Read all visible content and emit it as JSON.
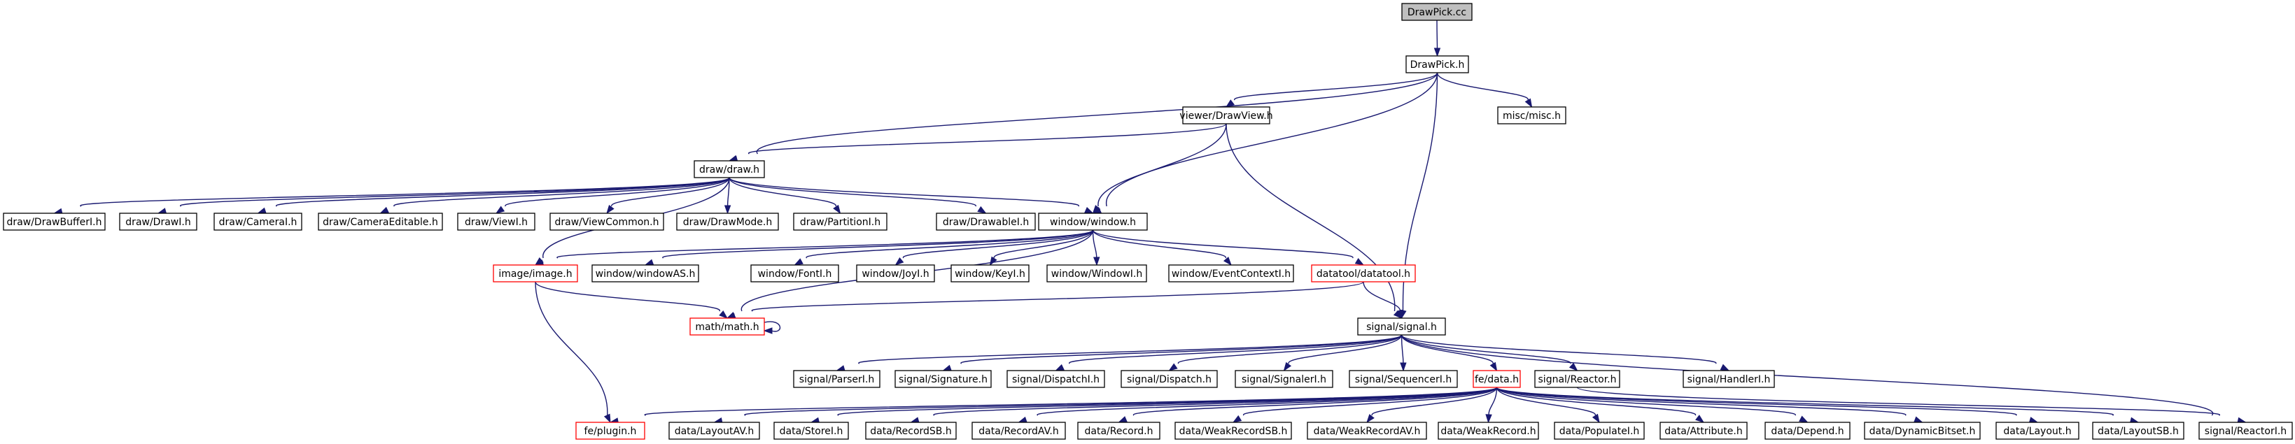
{
  "graph": {
    "colors": {
      "edge": "#191970",
      "node_border": "#000000",
      "truncated_border": "#ff0000",
      "root_fill": "#bfbfbf",
      "background": "#ffffff"
    },
    "nodes": [
      {
        "id": "root",
        "label": "DrawPick.cc",
        "root": true
      },
      {
        "id": "drawpick_h",
        "label": "DrawPick.h"
      },
      {
        "id": "viewer_drawview",
        "label": "viewer/DrawView.h"
      },
      {
        "id": "misc_misc",
        "label": "misc/misc.h"
      },
      {
        "id": "draw_draw",
        "label": "draw/draw.h"
      },
      {
        "id": "draw_drawbufferi",
        "label": "draw/DrawBufferI.h"
      },
      {
        "id": "draw_drawi",
        "label": "draw/DrawI.h"
      },
      {
        "id": "draw_camerai",
        "label": "draw/CameraI.h"
      },
      {
        "id": "draw_cameraeditable",
        "label": "draw/CameraEditable.h"
      },
      {
        "id": "draw_viewi",
        "label": "draw/ViewI.h"
      },
      {
        "id": "draw_viewcommon",
        "label": "draw/ViewCommon.h"
      },
      {
        "id": "draw_drawmode",
        "label": "draw/DrawMode.h"
      },
      {
        "id": "draw_partitioni",
        "label": "draw/PartitionI.h"
      },
      {
        "id": "draw_drawablei",
        "label": "draw/DrawableI.h"
      },
      {
        "id": "window_window",
        "label": "window/window.h"
      },
      {
        "id": "image_image",
        "label": "image/image.h",
        "truncated": true
      },
      {
        "id": "window_windowas",
        "label": "window/windowAS.h"
      },
      {
        "id": "window_fonti",
        "label": "window/FontI.h"
      },
      {
        "id": "window_joyi",
        "label": "window/JoyI.h"
      },
      {
        "id": "window_keyi",
        "label": "window/KeyI.h"
      },
      {
        "id": "window_windowi",
        "label": "window/WindowI.h"
      },
      {
        "id": "window_eventcontexti",
        "label": "window/EventContextI.h"
      },
      {
        "id": "datatool_datatool",
        "label": "datatool/datatool.h",
        "truncated": true
      },
      {
        "id": "math_math",
        "label": "math/math.h",
        "truncated": true
      },
      {
        "id": "signal_signal",
        "label": "signal/signal.h"
      },
      {
        "id": "signal_parseri",
        "label": "signal/ParserI.h"
      },
      {
        "id": "signal_signature",
        "label": "signal/Signature.h"
      },
      {
        "id": "signal_dispatchi",
        "label": "signal/DispatchI.h"
      },
      {
        "id": "signal_dispatch",
        "label": "signal/Dispatch.h"
      },
      {
        "id": "signal_signaleri",
        "label": "signal/SignalerI.h"
      },
      {
        "id": "signal_sequenceri",
        "label": "signal/SequencerI.h"
      },
      {
        "id": "fe_data",
        "label": "fe/data.h",
        "truncated": true
      },
      {
        "id": "signal_reactor",
        "label": "signal/Reactor.h"
      },
      {
        "id": "signal_handleri",
        "label": "signal/HandlerI.h"
      },
      {
        "id": "fe_plugin",
        "label": "fe/plugin.h",
        "truncated": true
      },
      {
        "id": "data_layoutav",
        "label": "data/LayoutAV.h"
      },
      {
        "id": "data_storei",
        "label": "data/StoreI.h"
      },
      {
        "id": "data_recordsb",
        "label": "data/RecordSB.h"
      },
      {
        "id": "data_recordav",
        "label": "data/RecordAV.h"
      },
      {
        "id": "data_record",
        "label": "data/Record.h"
      },
      {
        "id": "data_weakrecordsb",
        "label": "data/WeakRecordSB.h"
      },
      {
        "id": "data_weakrecordav",
        "label": "data/WeakRecordAV.h"
      },
      {
        "id": "data_weakrecord",
        "label": "data/WeakRecord.h"
      },
      {
        "id": "data_populatei",
        "label": "data/PopulateI.h"
      },
      {
        "id": "data_attribute",
        "label": "data/Attribute.h"
      },
      {
        "id": "data_depend",
        "label": "data/Depend.h"
      },
      {
        "id": "data_dynamicbitset",
        "label": "data/DynamicBitset.h"
      },
      {
        "id": "data_layout",
        "label": "data/Layout.h"
      },
      {
        "id": "data_layoutsb",
        "label": "data/LayoutSB.h"
      },
      {
        "id": "signal_reactori",
        "label": "signal/ReactorI.h"
      }
    ],
    "edges": [
      [
        "root",
        "drawpick_h"
      ],
      [
        "drawpick_h",
        "viewer_drawview"
      ],
      [
        "drawpick_h",
        "misc_misc"
      ],
      [
        "drawpick_h",
        "draw_draw"
      ],
      [
        "drawpick_h",
        "window_window"
      ],
      [
        "drawpick_h",
        "signal_signal"
      ],
      [
        "viewer_drawview",
        "draw_draw"
      ],
      [
        "viewer_drawview",
        "window_window"
      ],
      [
        "viewer_drawview",
        "signal_signal"
      ],
      [
        "draw_draw",
        "draw_drawbufferi"
      ],
      [
        "draw_draw",
        "draw_drawi"
      ],
      [
        "draw_draw",
        "draw_camerai"
      ],
      [
        "draw_draw",
        "draw_cameraeditable"
      ],
      [
        "draw_draw",
        "draw_viewi"
      ],
      [
        "draw_draw",
        "draw_viewcommon"
      ],
      [
        "draw_draw",
        "draw_drawmode"
      ],
      [
        "draw_draw",
        "draw_partitioni"
      ],
      [
        "draw_draw",
        "draw_drawablei"
      ],
      [
        "draw_draw",
        "window_window"
      ],
      [
        "draw_draw",
        "image_image"
      ],
      [
        "window_window",
        "window_windowas"
      ],
      [
        "window_window",
        "window_fonti"
      ],
      [
        "window_window",
        "window_joyi"
      ],
      [
        "window_window",
        "window_keyi"
      ],
      [
        "window_window",
        "window_windowi"
      ],
      [
        "window_window",
        "window_eventcontexti"
      ],
      [
        "window_window",
        "datatool_datatool"
      ],
      [
        "window_window",
        "math_math"
      ],
      [
        "window_window",
        "image_image"
      ],
      [
        "image_image",
        "math_math"
      ],
      [
        "image_image",
        "fe_plugin"
      ],
      [
        "datatool_datatool",
        "math_math"
      ],
      [
        "datatool_datatool",
        "signal_signal"
      ],
      [
        "math_math",
        "math_math"
      ],
      [
        "signal_signal",
        "signal_parseri"
      ],
      [
        "signal_signal",
        "signal_signature"
      ],
      [
        "signal_signal",
        "signal_dispatchi"
      ],
      [
        "signal_signal",
        "signal_dispatch"
      ],
      [
        "signal_signal",
        "signal_signaleri"
      ],
      [
        "signal_signal",
        "signal_sequenceri"
      ],
      [
        "signal_signal",
        "fe_data"
      ],
      [
        "signal_signal",
        "signal_reactor"
      ],
      [
        "signal_signal",
        "signal_handleri"
      ],
      [
        "signal_signal",
        "signal_reactori"
      ],
      [
        "signal_reactor",
        "signal_reactori"
      ],
      [
        "fe_data",
        "fe_plugin"
      ],
      [
        "fe_data",
        "data_layoutav"
      ],
      [
        "fe_data",
        "data_storei"
      ],
      [
        "fe_data",
        "data_recordsb"
      ],
      [
        "fe_data",
        "data_recordav"
      ],
      [
        "fe_data",
        "data_record"
      ],
      [
        "fe_data",
        "data_weakrecordsb"
      ],
      [
        "fe_data",
        "data_weakrecordav"
      ],
      [
        "fe_data",
        "data_weakrecord"
      ],
      [
        "fe_data",
        "data_populatei"
      ],
      [
        "fe_data",
        "data_attribute"
      ],
      [
        "fe_data",
        "data_depend"
      ],
      [
        "fe_data",
        "data_dynamicbitset"
      ],
      [
        "fe_data",
        "data_layout"
      ],
      [
        "fe_data",
        "data_layoutsb"
      ]
    ]
  }
}
